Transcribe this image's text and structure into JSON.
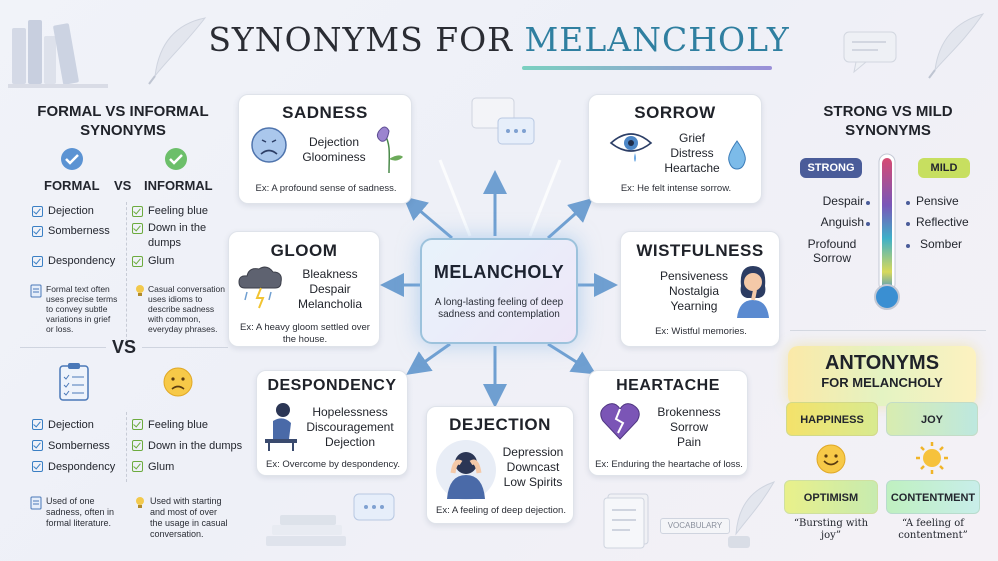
{
  "title": {
    "part1": "SYNONYMS FOR ",
    "part2": "MELANCHOLY"
  },
  "center": {
    "word": "MELANCHOLY",
    "definition": "A long-lasting feeling of deep sadness and contemplation"
  },
  "cards": {
    "sadness": {
      "title": "SADNESS",
      "syns": [
        "Dejection",
        "Gloominess"
      ],
      "example": "Ex: A profound sense of sadness."
    },
    "sorrow": {
      "title": "SORROW",
      "syns": [
        "Grief",
        "Distress",
        "Heartache"
      ],
      "example": "Ex: He felt intense sorrow."
    },
    "gloom": {
      "title": "GLOOM",
      "syns": [
        "Bleakness",
        "Despair",
        "Melancholia"
      ],
      "example": "Ex: A heavy gloom settled over the house."
    },
    "wistfulness": {
      "title": "WISTFULNESS",
      "syns": [
        "Pensiveness",
        "Nostalgia",
        "Yearning"
      ],
      "example": "Ex: Wistful memories."
    },
    "despondency": {
      "title": "DESPONDENCY",
      "syns": [
        "Hopelessness",
        "Discouragement",
        "Dejection"
      ],
      "example": "Ex: Overcome by despondency."
    },
    "heartache": {
      "title": "HEARTACHE",
      "syns": [
        "Brokenness",
        "Sorrow",
        "Pain"
      ],
      "example": "Ex: Enduring the heartache of loss."
    },
    "dejection": {
      "title": "DEJECTION",
      "syns": [
        "Depression",
        "Downcast",
        "Low Spirits"
      ],
      "example": "Ex: A feeling of deep dejection."
    }
  },
  "formal": {
    "heading": [
      "FORMAL VS INFORMAL",
      "SYNONYMS"
    ],
    "formal_label": "FORMAL",
    "vs": "VS",
    "informal_label": "INFORMAL",
    "formal_items": [
      "Dejection",
      "Somberness",
      "Despondency"
    ],
    "informal_items": [
      "Feeling blue",
      "Down in the dumps",
      "Glum"
    ],
    "informal_items_split": [
      "Feeling blue",
      "Down in the",
      "dumps",
      "Glum"
    ],
    "formal_note": [
      "Formal text often",
      "uses precise terms",
      "to convey subtle",
      "variations in grief",
      "or loss."
    ],
    "informal_note": [
      "Casual conversation",
      "uses idioms to",
      "describe sadness",
      "with common,",
      "everyday phrases."
    ],
    "vs2": "VS",
    "formal_items2": [
      "Dejection",
      "Somberness",
      "Despondency"
    ],
    "informal_items2": [
      "Feeling blue",
      "Down in the dumps",
      "Glum"
    ],
    "formal_note2": [
      "Used of one",
      "sadness, often in",
      "formal literature."
    ],
    "informal_note2": [
      "Used with starting",
      "and most of over",
      "the usage in casual",
      "conversation."
    ]
  },
  "strong_mild": {
    "heading": [
      "STRONG VS MILD",
      "SYNONYMS"
    ],
    "strong_label": "STRONG",
    "mild_label": "MILD",
    "strong": [
      "Despair",
      "Anguish",
      "Profound",
      "Sorrow"
    ],
    "mild": [
      "Pensive",
      "Reflective",
      "Somber"
    ]
  },
  "antonyms": {
    "heading": "ANTONYMS",
    "sub": "FOR MELANCHOLY",
    "items": [
      "HAPPINESS",
      "JOY",
      "OPTIMISM",
      "CONTENTMENT"
    ],
    "quotes": [
      "“Bursting with",
      "joy”",
      "“A feeling of",
      "contentment”"
    ]
  },
  "vocab_label": "VOCABULARY",
  "colors": {
    "accent": "#2f7fa0",
    "arrow": "#6f9fd1",
    "strong": "#4a5c99",
    "mild": "#c7df60"
  }
}
